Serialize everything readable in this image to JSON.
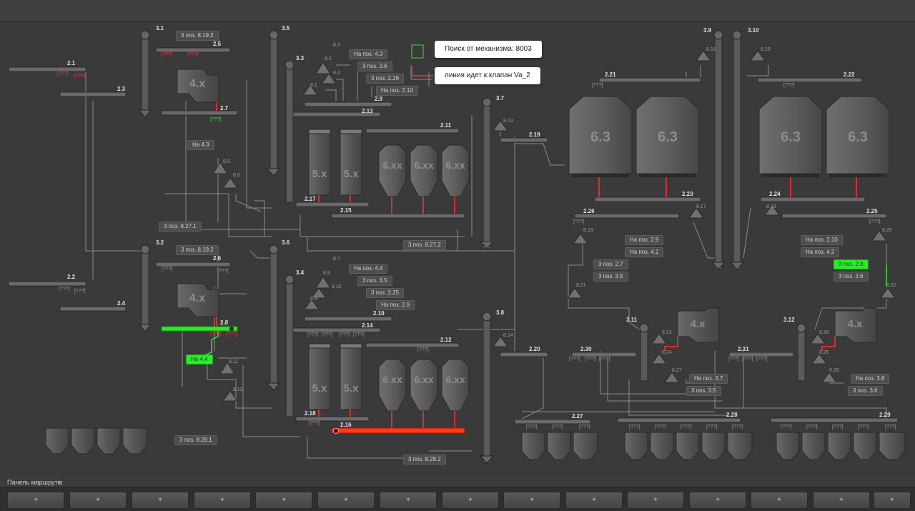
{
  "colors": {
    "active_green": "#2ee82e",
    "active_red": "#ff3b1f",
    "equipment": "#6a6a6a",
    "line": "#8a8a8a",
    "background": "#3a3a3a"
  },
  "popups": {
    "search": "Поиск от механизма: 8003",
    "line": "линия идет к:клапан Va_2"
  },
  "labels": {
    "c2_1": "2.1",
    "c2_2": "2.2",
    "c2_3": "2.3",
    "c2_4": "2.4",
    "c2_5": "2.5",
    "c2_6": "2.6",
    "c2_7": "2.7",
    "c2_8": "2.8",
    "c2_9": "2.9",
    "c2_10": "2.10",
    "c2_11": "2.11",
    "c2_12": "2.12",
    "c2_13": "2.13",
    "c2_14": "2.14",
    "c2_15": "2.15",
    "c2_16": "2.16",
    "c2_17": "2.17",
    "c2_18": "2.18",
    "c2_19": "2.19",
    "c2_20": "2.20",
    "c2_21": "2.21",
    "c2_22": "2.22",
    "c2_23": "2.23",
    "c2_24": "2.24",
    "c2_25": "2.25",
    "c2_26": "2.26",
    "c2_27": "2.27",
    "c2_28": "2.28",
    "c2_29": "2.29",
    "c2_30": "2.30",
    "c2_31": "2.31",
    "e3_1": "3.1",
    "e3_2": "3.2",
    "e3_3": "3.3",
    "e3_4": "3.4",
    "e3_5": "3.5",
    "e3_6": "3.6",
    "e3_7": "3.7",
    "e3_8": "3.8",
    "e3_9": "3.9",
    "e3_10": "3.10",
    "e3_11": "3.11",
    "e3_12": "3.12",
    "v8_1": "8.1",
    "v8_2": "8.2",
    "v8_3": "8.3",
    "v8_4": "8.4",
    "v8_5": "8.5",
    "v8_6": "8.6",
    "v8_7": "8.7",
    "v8_8": "8.8",
    "v8_9": "8.9",
    "v8_10": "8.10",
    "v8_11": "8.11",
    "v8_12": "8.12",
    "v8_13": "8.13",
    "v8_14": "8.14",
    "v8_15": "8.15",
    "v8_16": "8.16",
    "v8_17": "8.17",
    "v8_18": "8.18",
    "v8_19": "8.19",
    "v8_20": "8.20",
    "v8_21": "8.21",
    "v8_22": "8.22",
    "v8_23": "8.23",
    "v8_24": "8.24",
    "v8_25": "8.25",
    "v8_26": "8.26",
    "v8_27": "8.27",
    "v8_28": "8.28"
  },
  "bins": {
    "b4x": "4.x",
    "b5x": "5.x",
    "b6xx": "6.xx",
    "b63": "6.3"
  },
  "unknown": "[???]",
  "tags": {
    "t_3p8192a": "3 поз. 8.19.2",
    "t_na43": "На 4.3",
    "t_na_p43": "На поз. 4.3",
    "t_3p36": "3 поз. 3.6",
    "t_3p226": "3 поз. 2.26",
    "t_na_p210": "На поз. 2.10",
    "t_3p8271": "3 поз. 8.27.1",
    "t_3p8272": "3 поз. 8.27.2",
    "t_3p8192b": "3 поз. 8.19.2",
    "t_na_p44": "На поз. 4.4",
    "t_3p35": "3 поз. 3.5",
    "t_3p225": "3 поз. 2.25",
    "t_na_p29a": "На поз. 2.9",
    "t_na44": "На 4.4",
    "t_3p8281": "3 поз. 8.28.1",
    "t_3p8282": "3 поз. 8.28.2",
    "t_na_p29b": "На поз. 2.9",
    "t_na_p41": "На поз. 4.1",
    "t_3p27": "3 поз. 2.7",
    "t_3p35b": "3 поз. 3.5",
    "t_na_p210b": "На поз. 2.10",
    "t_na_p42": "На поз. 4.2",
    "t_3p28": "3 поз. 2.8",
    "t_3p36b": "3 поз. 3.6",
    "t_na_p37": "На поз. 3.7",
    "t_3p35c": "3 поз. 3.5",
    "t_na_p38": "На поз. 3.8",
    "t_3p36c": "3 поз. 3.6"
  },
  "route_panel": {
    "title": "Панель маршрутів",
    "buttons": [
      "+",
      "+",
      "+",
      "+",
      "+",
      "+",
      "+",
      "+",
      "+",
      "+",
      "+",
      "+",
      "+",
      "+",
      "+"
    ]
  }
}
